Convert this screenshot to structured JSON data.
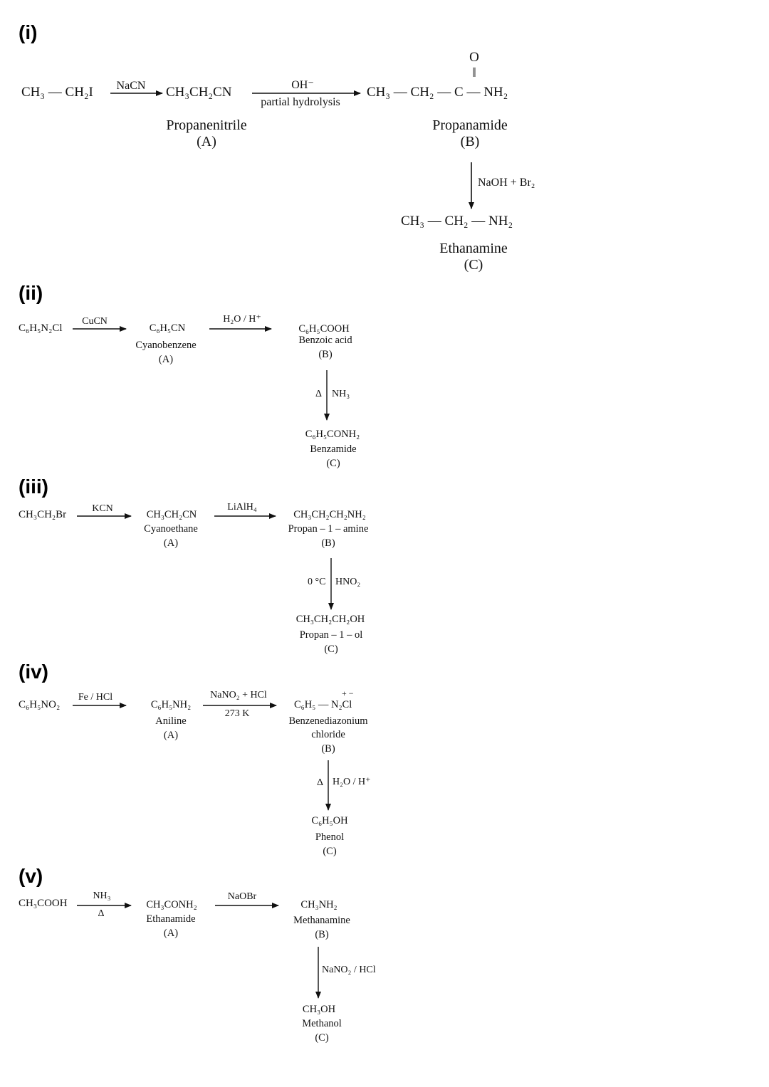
{
  "sections": [
    {
      "label": "(i)",
      "start": "CH₃ — CH₂I",
      "reagent1": "NaCN",
      "A": {
        "formula": "CH₃CH₂CN",
        "name": "Propanenitrile",
        "tag": "(A)"
      },
      "reagent2_top": "OH⁻",
      "reagent2_bottom": "partial hydrolysis",
      "B": {
        "oxygen": "O",
        "double_bond": "‖",
        "formula": "CH₃ — CH₂ — C — NH₂",
        "name": "Propanamide",
        "tag": "(B)"
      },
      "reagent3": "NaOH + Br₂",
      "C": {
        "formula": "CH₃ — CH₂ — NH₂",
        "name": "Ethanamine",
        "tag": "(C)"
      }
    },
    {
      "label": "(ii)",
      "start": "C₆H₅N₂Cl",
      "reagent1": "CuCN",
      "A": {
        "formula": "C₆H₅CN",
        "name": "Cyanobenzene",
        "tag": "(A)"
      },
      "reagent2": "H₂O / H⁺",
      "B": {
        "formula": "C₆H₅COOH",
        "name": "Benzoic acid",
        "tag": "(B)"
      },
      "reagent3_left": "Δ",
      "reagent3_right": "NH₃",
      "C": {
        "formula": "C₆H₅CONH₂",
        "name": "Benzamide",
        "tag": "(C)"
      }
    },
    {
      "label": "(iii)",
      "start": "CH₃CH₂Br",
      "reagent1": "KCN",
      "A": {
        "formula": "CH₃CH₂CN",
        "name": "Cyanoethane",
        "tag": "(A)"
      },
      "reagent2": "LiAlH₄",
      "B": {
        "formula": "CH₃CH₂CH₂NH₂",
        "name": "Propan – 1 – amine",
        "tag": "(B)"
      },
      "reagent3_left": "0 °C",
      "reagent3_right": "HNO₂",
      "C": {
        "formula": "CH₃CH₂CH₂OH",
        "name": "Propan – 1 – ol",
        "tag": "(C)"
      }
    },
    {
      "label": "(iv)",
      "start": "C₆H₅NO₂",
      "reagent1": "Fe / HCl",
      "A": {
        "formula": "C₆H₅NH₂",
        "name": "Aniline",
        "tag": "(A)"
      },
      "reagent2_top": "NaNO₂ + HCl",
      "reagent2_bottom": "273 K",
      "B": {
        "formula": "C₆H₅ — N₂Cl",
        "charges": "+ −",
        "name_line1": "Benzenediazonium",
        "name_line2": "chloride",
        "tag": "(B)"
      },
      "reagent3_left": "Δ",
      "reagent3_right": "H₂O / H⁺",
      "C": {
        "formula": "C₆H₅OH",
        "name": "Phenol",
        "tag": "(C)"
      }
    },
    {
      "label": "(v)",
      "start": "CH₃COOH",
      "reagent1_top": "NH₃",
      "reagent1_bottom": "Δ",
      "A": {
        "formula": "CH₃CONH₂",
        "name": "Ethanamide",
        "tag": "(A)"
      },
      "reagent2": "NaOBr",
      "B": {
        "formula": "CH₃NH₂",
        "name": "Methanamine",
        "tag": "(B)"
      },
      "reagent3": "NaNO₂ / HCl",
      "C": {
        "formula": "CH₃OH",
        "name": "Methanol",
        "tag": "(C)"
      }
    }
  ],
  "colors": {
    "ink": "#111111",
    "background": "#ffffff"
  }
}
